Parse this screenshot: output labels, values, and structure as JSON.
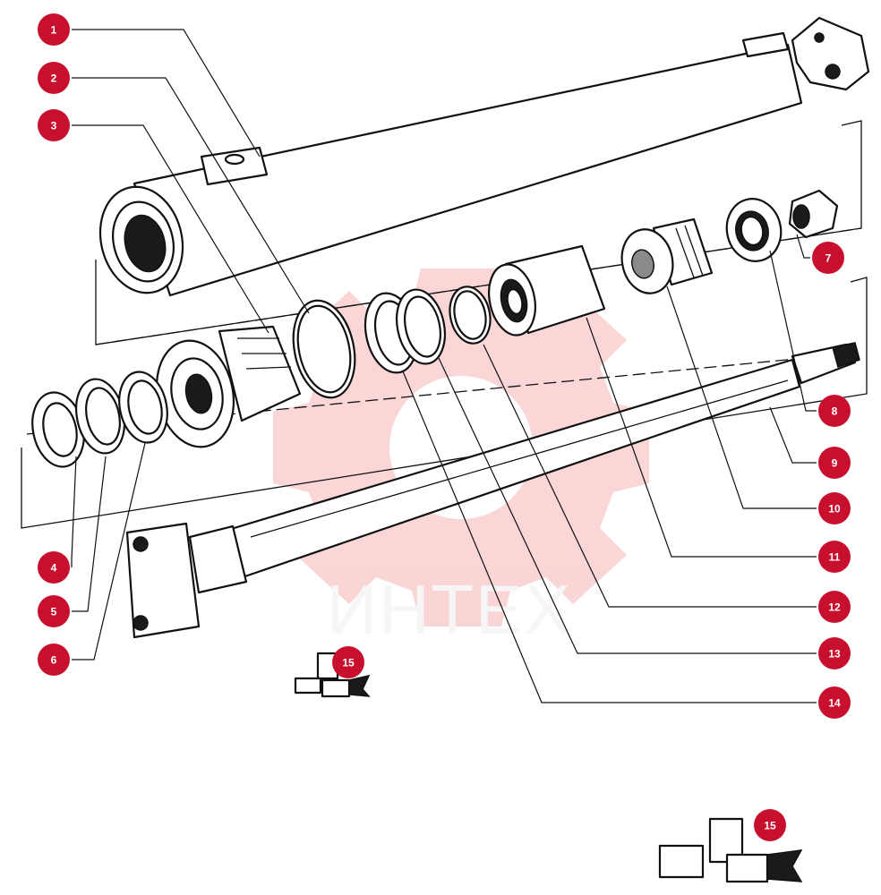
{
  "watermark": {
    "text": "ИНТЕХ",
    "color": "#e8464b"
  },
  "colors": {
    "marker": "#c8102e",
    "ink": "#111111",
    "background": "#ffffff"
  },
  "callouts": [
    {
      "label": "1"
    },
    {
      "label": "2"
    },
    {
      "label": "3"
    },
    {
      "label": "4"
    },
    {
      "label": "5"
    },
    {
      "label": "6"
    },
    {
      "label": "7"
    },
    {
      "label": "8"
    },
    {
      "label": "9"
    },
    {
      "label": "10"
    },
    {
      "label": "11"
    },
    {
      "label": "12"
    },
    {
      "label": "13"
    },
    {
      "label": "14"
    },
    {
      "label": "15"
    },
    {
      "label": "15"
    }
  ]
}
